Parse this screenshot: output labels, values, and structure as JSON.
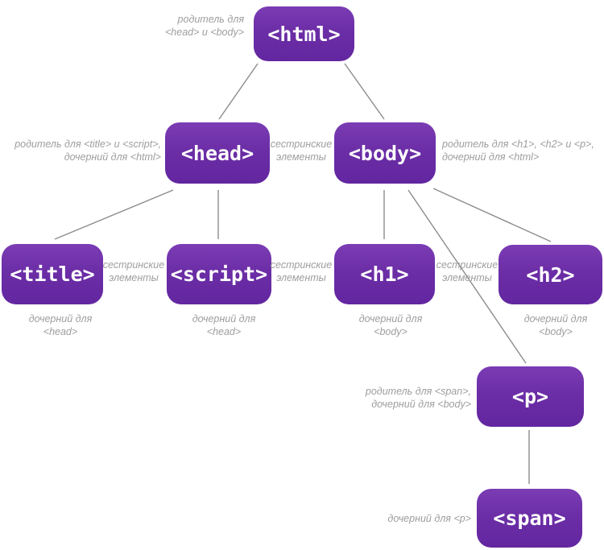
{
  "diagram": {
    "language": "ru",
    "subject": "HTML document tree: parent, child and sibling relationships",
    "colors": {
      "node_fill": "#6c2ea6",
      "node_fill_light": "#7b3cb4",
      "node_text": "#ffffff",
      "annotation_text": "#9e9e9e",
      "connector": "#8c8c8c",
      "background": "#ffffff"
    },
    "nodes": [
      {
        "id": "html",
        "label": "<html>"
      },
      {
        "id": "head",
        "label": "<head>"
      },
      {
        "id": "body",
        "label": "<body>"
      },
      {
        "id": "title",
        "label": "<title>"
      },
      {
        "id": "script",
        "label": "<script>"
      },
      {
        "id": "h1",
        "label": "<h1>"
      },
      {
        "id": "h2",
        "label": "<h2>"
      },
      {
        "id": "p",
        "label": "<p>"
      },
      {
        "id": "span",
        "label": "<span>"
      }
    ],
    "edges": [
      {
        "from": "html",
        "to": "head"
      },
      {
        "from": "html",
        "to": "body"
      },
      {
        "from": "head",
        "to": "title"
      },
      {
        "from": "head",
        "to": "script"
      },
      {
        "from": "body",
        "to": "h1"
      },
      {
        "from": "body",
        "to": "h2"
      },
      {
        "from": "body",
        "to": "p"
      },
      {
        "from": "p",
        "to": "span"
      }
    ],
    "annotations": [
      {
        "for": "html",
        "text": "родитель для\n<head> и <body>"
      },
      {
        "for": "head",
        "text": "родитель для <title> и <script>,\nдочерний для <html>"
      },
      {
        "for": "body",
        "text": "родитель для <h1>, <h2> и <p>,\nдочерний для <html>"
      },
      {
        "for": "title",
        "text": "дочерний для\n<head>"
      },
      {
        "for": "script",
        "text": "дочерний для\n<head>"
      },
      {
        "for": "h1",
        "text": "дочерний для\n<body>"
      },
      {
        "for": "h2",
        "text": "дочерний для\n<body>"
      },
      {
        "for": "p",
        "text": "родитель для <span>,\nдочерний для <body>"
      },
      {
        "for": "span",
        "text": "дочерний для <p>"
      }
    ],
    "sibling_labels": [
      {
        "between": "head-body",
        "text": "сестринские\nэлементы"
      },
      {
        "between": "title-script",
        "text": "сестринские\nэлементы"
      },
      {
        "between": "script-h1",
        "text": "сестринские\nэлементы"
      },
      {
        "between": "h1-h2",
        "text": "сестринские\nэлементы"
      }
    ]
  }
}
